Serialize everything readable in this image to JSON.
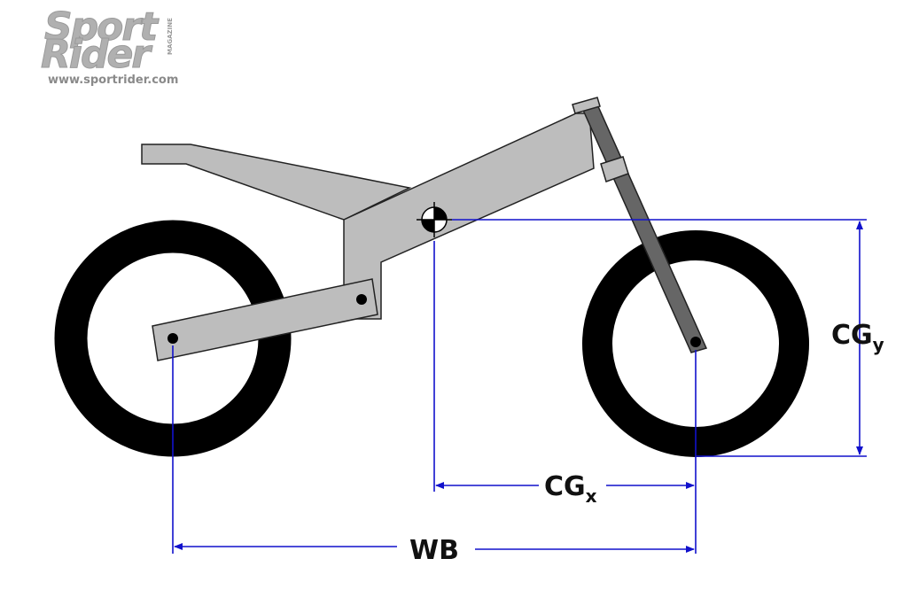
{
  "logo": {
    "line1": "Sport",
    "line2": "Rider",
    "magazine": "MAGAZINE",
    "url": "www.sportrider.com"
  },
  "labels": {
    "cgy_main": "CG",
    "cgy_sub": "y",
    "cgx_main": "CG",
    "cgx_sub": "x",
    "wb": "WB"
  },
  "colors": {
    "frame_fill": "#bdbdbd",
    "fork": "#666666",
    "tire": "#000000",
    "dimension_line": "#1111cc",
    "logo_gray": "#b0b0b0"
  }
}
